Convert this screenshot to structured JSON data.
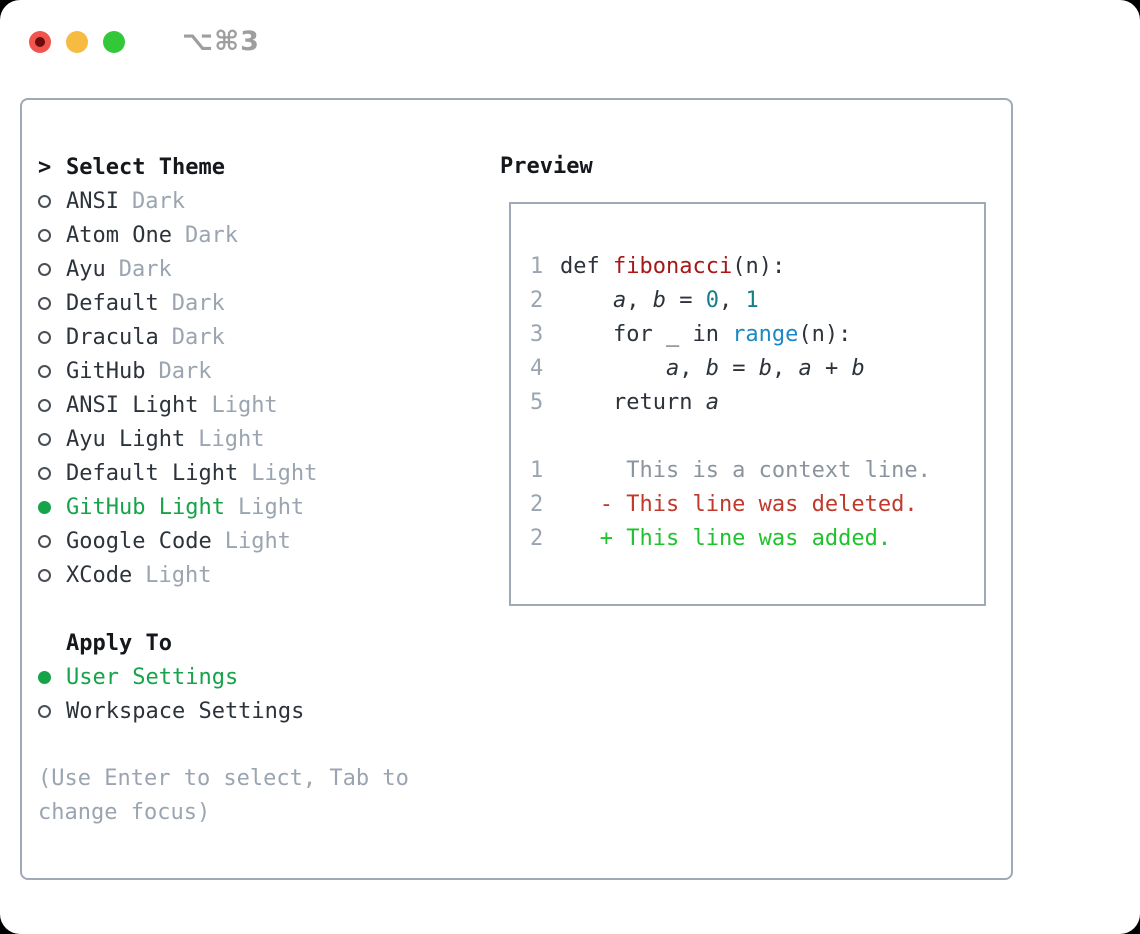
{
  "colors": {
    "fg": "#2d333b",
    "header": "#14181c",
    "muted": "#9aa5b1",
    "green": "#16a34a",
    "add": "#20c22e",
    "del": "#c0392b",
    "func": "#a61717",
    "numlit": "#187f87",
    "builtin": "#1e87c7",
    "linenum": "#9aa5b1",
    "context": "#8b949e",
    "border": "#a0a9b6",
    "ring": "#4a5057",
    "titlebar": "#9e9e9e",
    "light-red": "#f0544c",
    "light-yellow": "#f6bb40",
    "light-green": "#32c838"
  },
  "window": {
    "shortcut": "⌥⌘3"
  },
  "theme_panel": {
    "header": {
      "cursor": ">",
      "label": "Select Theme"
    },
    "themes": [
      {
        "name": "ANSI",
        "variant": "Dark",
        "selected": false
      },
      {
        "name": "Atom One",
        "variant": "Dark",
        "selected": false
      },
      {
        "name": "Ayu",
        "variant": "Dark",
        "selected": false
      },
      {
        "name": "Default",
        "variant": "Dark",
        "selected": false
      },
      {
        "name": "Dracula",
        "variant": "Dark",
        "selected": false
      },
      {
        "name": "GitHub",
        "variant": "Dark",
        "selected": false
      },
      {
        "name": "ANSI Light",
        "variant": "Light",
        "selected": false
      },
      {
        "name": "Ayu Light",
        "variant": "Light",
        "selected": false
      },
      {
        "name": "Default Light",
        "variant": "Light",
        "selected": false
      },
      {
        "name": "GitHub Light",
        "variant": "Light",
        "selected": true
      },
      {
        "name": "Google Code",
        "variant": "Light",
        "selected": false
      },
      {
        "name": "XCode",
        "variant": "Light",
        "selected": false
      }
    ],
    "apply_to": {
      "label": "Apply To",
      "options": [
        {
          "name": "User Settings",
          "selected": true
        },
        {
          "name": "Workspace Settings",
          "selected": false
        }
      ]
    },
    "hint_line1": "(Use Enter to select, Tab to",
    "hint_line2": "change focus)"
  },
  "preview": {
    "label": "Preview",
    "lines": [
      {
        "num": "1",
        "segments": [
          {
            "text": "def ",
            "color": "fg"
          },
          {
            "text": "fibonacci",
            "color": "red"
          },
          {
            "text": "(n):",
            "color": "fg"
          }
        ]
      },
      {
        "num": "2",
        "segments": [
          {
            "text": "    ",
            "color": "fg"
          },
          {
            "text": "a",
            "color": "fg",
            "italic": true
          },
          {
            "text": ", ",
            "color": "fg"
          },
          {
            "text": "b",
            "color": "fg",
            "italic": true
          },
          {
            "text": " = ",
            "color": "fg"
          },
          {
            "text": "0",
            "color": "teal"
          },
          {
            "text": ", ",
            "color": "fg"
          },
          {
            "text": "1",
            "color": "teal"
          }
        ]
      },
      {
        "num": "3",
        "segments": [
          {
            "text": "    for _ in ",
            "color": "fg"
          },
          {
            "text": "range",
            "color": "blue"
          },
          {
            "text": "(n):",
            "color": "fg"
          }
        ]
      },
      {
        "num": "4",
        "segments": [
          {
            "text": "        ",
            "color": "fg"
          },
          {
            "text": "a",
            "color": "fg",
            "italic": true
          },
          {
            "text": ", ",
            "color": "fg"
          },
          {
            "text": "b",
            "color": "fg",
            "italic": true
          },
          {
            "text": " = ",
            "color": "fg"
          },
          {
            "text": "b",
            "color": "fg",
            "italic": true
          },
          {
            "text": ", ",
            "color": "fg"
          },
          {
            "text": "a",
            "color": "fg",
            "italic": true
          },
          {
            "text": " + ",
            "color": "fg"
          },
          {
            "text": "b",
            "color": "fg",
            "italic": true
          }
        ]
      },
      {
        "num": "5",
        "segments": [
          {
            "text": "    return ",
            "color": "fg"
          },
          {
            "text": "a",
            "color": "fg",
            "italic": true
          }
        ]
      },
      {
        "num": "",
        "segments": []
      },
      {
        "num": "1",
        "segments": [
          {
            "text": "     This is a context line.",
            "color": "gray"
          }
        ]
      },
      {
        "num": "2",
        "segments": [
          {
            "text": "   - This line was deleted.",
            "color": "del"
          }
        ]
      },
      {
        "num": "2",
        "segments": [
          {
            "text": "   + This line was added.",
            "color": "add"
          }
        ]
      }
    ]
  }
}
